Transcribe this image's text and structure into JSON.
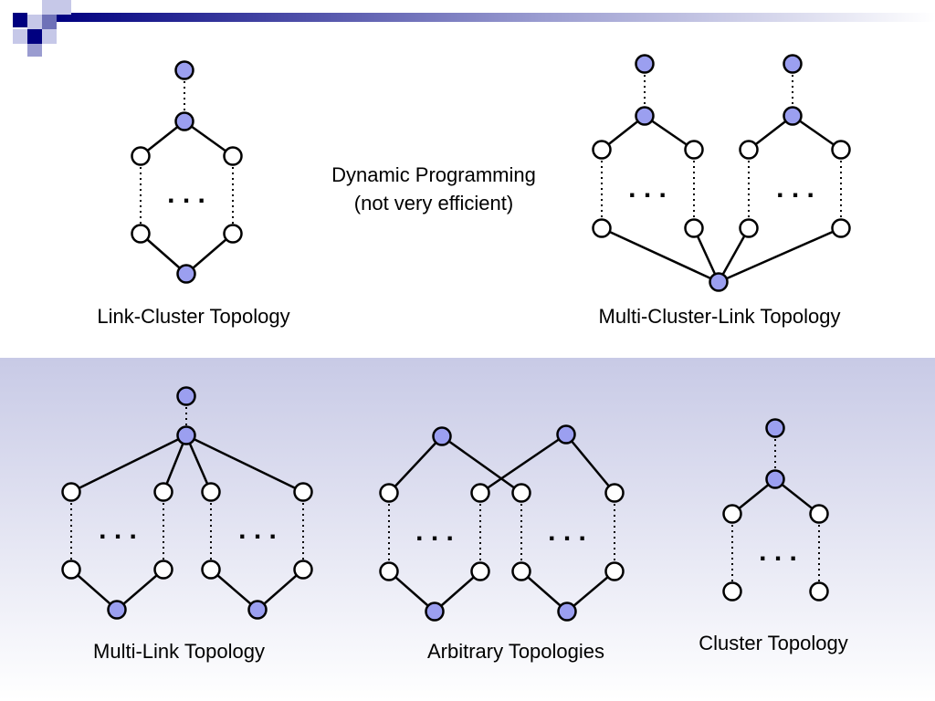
{
  "colors": {
    "node_highlight": "#9b9ff0",
    "node_plain": "#ffffff",
    "node_stroke": "#000000",
    "band_top": "#c8cae6",
    "band_bottom": "#ffffff",
    "deco_dark": "#000080",
    "deco_mid": "#6e71b8",
    "deco_light": "#c6c8e8"
  },
  "diagrams": {
    "link_cluster": {
      "caption": "Link-Cluster Topology",
      "ellipsis": ". . ."
    },
    "multi_cluster_link": {
      "caption": "Multi-Cluster-Link Topology",
      "ellipsis": ". . ."
    },
    "multi_link": {
      "caption": "Multi-Link Topology",
      "ellipsis": ". . ."
    },
    "arbitrary": {
      "caption": "Arbitrary Topologies",
      "ellipsis": ". . ."
    },
    "cluster": {
      "caption": "Cluster Topology",
      "ellipsis": ". . ."
    }
  },
  "note": {
    "line1": "Dynamic Programming",
    "line2": "(not very efficient)"
  }
}
